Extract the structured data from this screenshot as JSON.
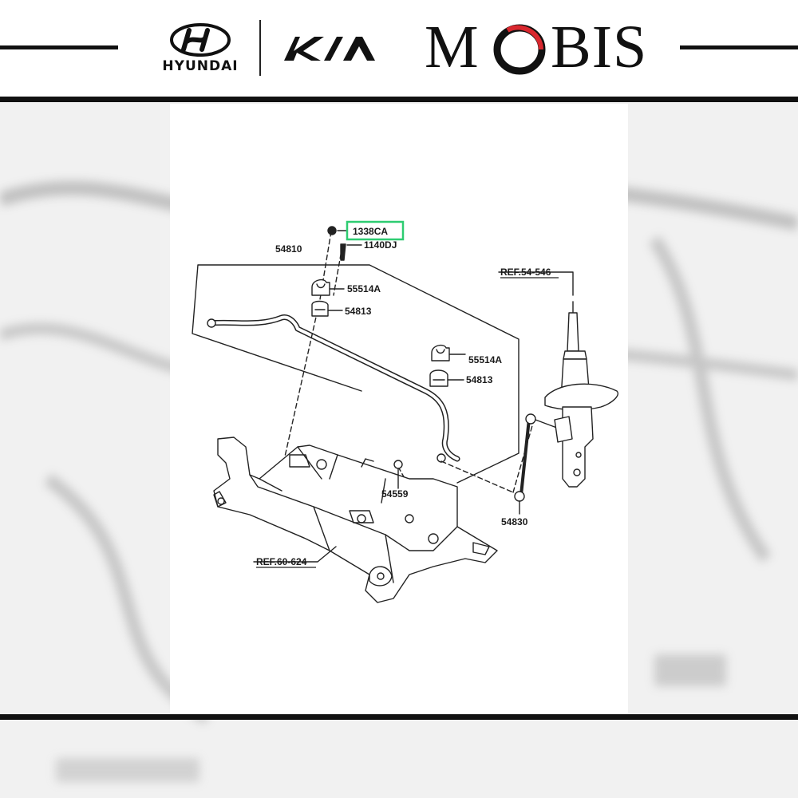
{
  "brands": {
    "hyundai": "HYUNDAI",
    "kia": "KIA",
    "mobis": "MOBIS"
  },
  "diagram": {
    "highlighted_part": "1338CA",
    "highlight_color": "#2ecc71",
    "labels": {
      "p1338CA": "1338CA",
      "p1140DJ": "1140DJ",
      "p54810": "54810",
      "p55514A_top": "55514A",
      "p54813_top": "54813",
      "p55514A_mid": "55514A",
      "p54813_mid": "54813",
      "p54559": "54559",
      "p54830": "54830",
      "ref_strut": "REF.54-546",
      "ref_subframe": "REF.60-624"
    }
  }
}
